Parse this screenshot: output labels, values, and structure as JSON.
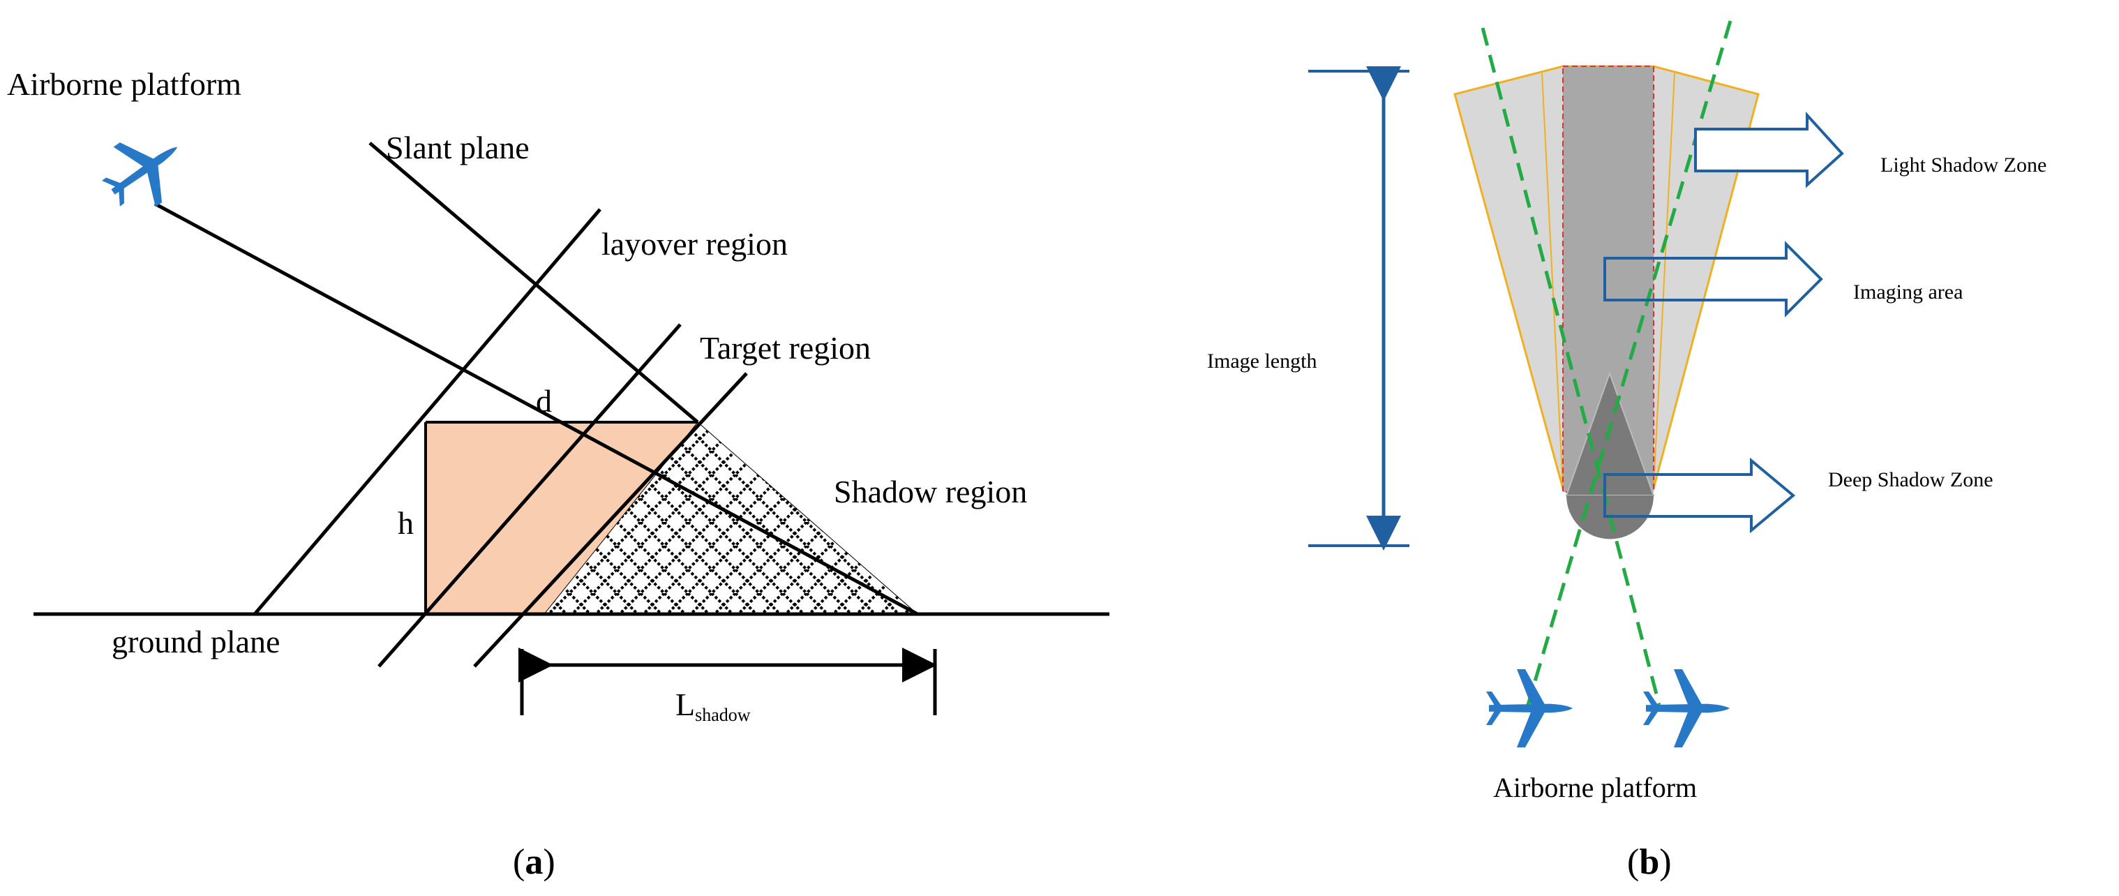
{
  "panel_a": {
    "platform_label": "Airborne platform",
    "slant_plane_label": "Slant plane",
    "layover_label": "layover region",
    "target_label": "Target region",
    "shadow_label": "Shadow region",
    "ground_label": "ground plane",
    "d_label": "d",
    "h_label": "h",
    "l_shadow_main": "L",
    "l_shadow_sub": "shadow",
    "caption_open": "(",
    "caption_letter": "a",
    "caption_close": ")",
    "plane_icon": "airplane-icon"
  },
  "panel_b": {
    "light_shadow_label": "Light Shadow Zone",
    "imaging_area_label": "Imaging area",
    "image_length_label": "Image length",
    "deep_shadow_label": "Deep Shadow Zone",
    "platform_label": "Airborne platform",
    "caption_open": "(",
    "caption_letter": "b",
    "caption_close": ")",
    "plane_icon": "airplane-icon"
  },
  "colors": {
    "target_fill": "#f9cdb0",
    "plane_blue": "#2878c8",
    "arrow_blue": "#2060a0",
    "dashed_green": "#22aa44",
    "light_gray": "#d8d8d8",
    "mid_gray": "#a8a8a8",
    "dark_gray": "#7a7a7a",
    "fan_border": "#f0b020",
    "center_border": "#e03030"
  }
}
